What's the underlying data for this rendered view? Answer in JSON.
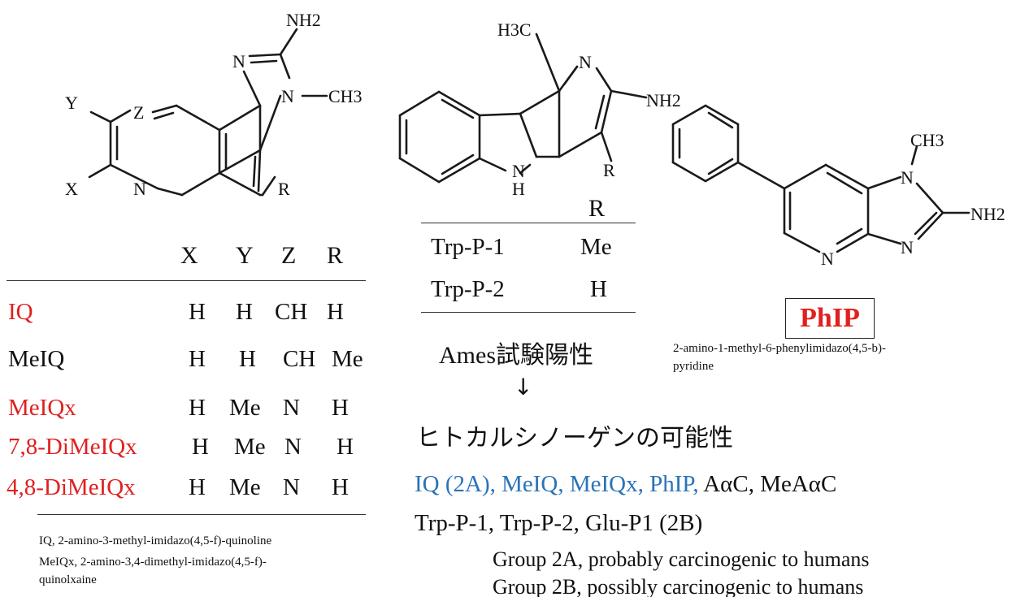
{
  "structures": {
    "quinoxaline": {
      "atoms": {
        "NH2": "NH2",
        "N_top": "N",
        "N_methyl": "N",
        "CH3": "CH3",
        "Y": "Y",
        "Z": "Z",
        "X": "X",
        "N_bottom": "N",
        "R": "R"
      }
    },
    "trp": {
      "atoms": {
        "H3C": "H3C",
        "N_ring": "N",
        "NH2": "NH2",
        "NH": "N",
        "H": "H",
        "R": "R"
      }
    },
    "phip": {
      "atoms": {
        "CH3": "CH3",
        "N1": "N",
        "NH2": "NH2",
        "N3": "N",
        "N_pyridine": "N"
      }
    }
  },
  "left_table": {
    "headers": [
      "X",
      "Y",
      "Z",
      "R"
    ],
    "rows": [
      {
        "name": "IQ",
        "values": [
          "H",
          "H",
          "CH",
          "H"
        ],
        "color": "#e02020"
      },
      {
        "name": "MeIQ",
        "values": [
          "H",
          "H",
          "CH",
          "Me"
        ],
        "color": "#111111"
      },
      {
        "name": "MeIQx",
        "values": [
          "H",
          "Me",
          "N",
          "H"
        ],
        "color": "#e02020"
      },
      {
        "name": "7,8-DiMeIQx",
        "values": [
          "H",
          "Me",
          "N",
          "H"
        ],
        "color": "#e02020"
      },
      {
        "name": "4,8-DiMeIQx",
        "values": [
          "H",
          "Me",
          "N",
          "H"
        ],
        "color": "#e02020"
      }
    ],
    "footnotes": [
      "IQ, 2-amino-3-methyl-imidazo(4,5-f)-quinoline",
      "MeIQx, 2-amino-3,4-dimethyl-imidazo(4,5-f)-",
      "quinolxaine"
    ]
  },
  "trp_table": {
    "header": "R",
    "rows": [
      {
        "name": "Trp-P-1",
        "value": "Me"
      },
      {
        "name": "Trp-P-2",
        "value": "H"
      }
    ]
  },
  "ames": {
    "label": "Ames試験陽性",
    "arrow": "↓"
  },
  "phip": {
    "label": "PhIP",
    "fullname_line1": "2-amino-1-methyl-6-phenylimidazo(4,5-b)-",
    "fullname_line2": "pyridine"
  },
  "carcinogen": {
    "heading": "ヒトカルシノーゲンの可能性",
    "line1_blue": "IQ (2A), MeIQ, MeIQx, PhIP,",
    "line1_black": " AαC, MeAαC",
    "line2": "Trp-P-1, Trp-P-2, Glu-P1 (2B)",
    "group2a": "Group 2A, probably carcinogenic to humans",
    "group2b": "Group 2B, possibly carcinogenic to humans"
  },
  "colors": {
    "red": "#e02020",
    "blue": "#2a73b8"
  }
}
